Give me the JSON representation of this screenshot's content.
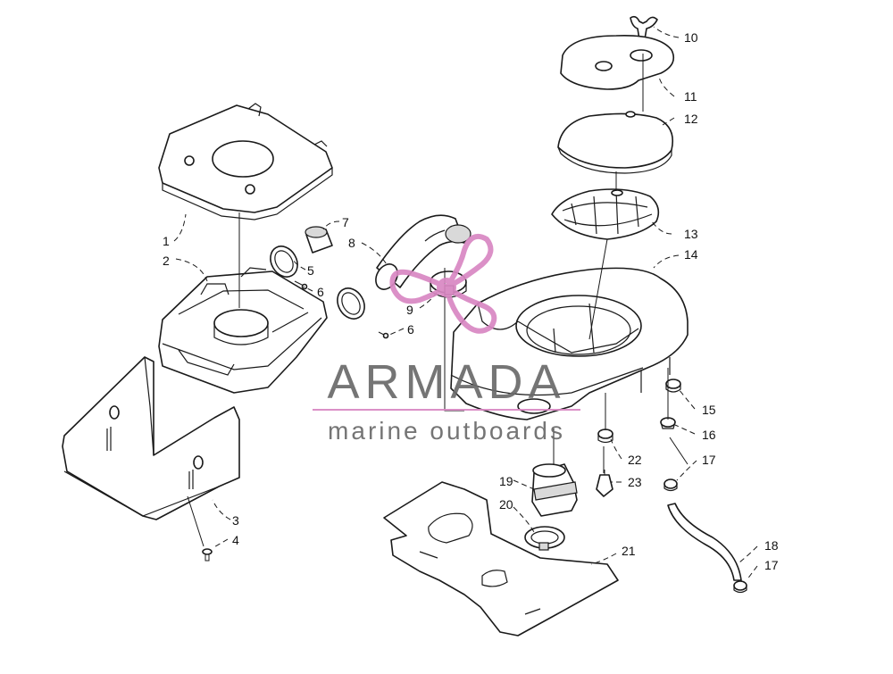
{
  "callouts": [
    {
      "label": "1"
    },
    {
      "label": "2"
    },
    {
      "label": "3"
    },
    {
      "label": "4"
    },
    {
      "label": "5"
    },
    {
      "label": "6"
    },
    {
      "label": "6"
    },
    {
      "label": "7"
    },
    {
      "label": "8"
    },
    {
      "label": "9"
    },
    {
      "label": "10"
    },
    {
      "label": "11"
    },
    {
      "label": "12"
    },
    {
      "label": "13"
    },
    {
      "label": "14"
    },
    {
      "label": "15"
    },
    {
      "label": "16"
    },
    {
      "label": "17"
    },
    {
      "label": "17"
    },
    {
      "label": "18"
    },
    {
      "label": "19"
    },
    {
      "label": "20"
    },
    {
      "label": "21"
    },
    {
      "label": "22"
    },
    {
      "label": "23"
    }
  ],
  "watermark": {
    "brand": "ARMADA",
    "tagline": "marine outboards",
    "logo_color": "#d987c3",
    "text_color": "#6a6a6a"
  }
}
